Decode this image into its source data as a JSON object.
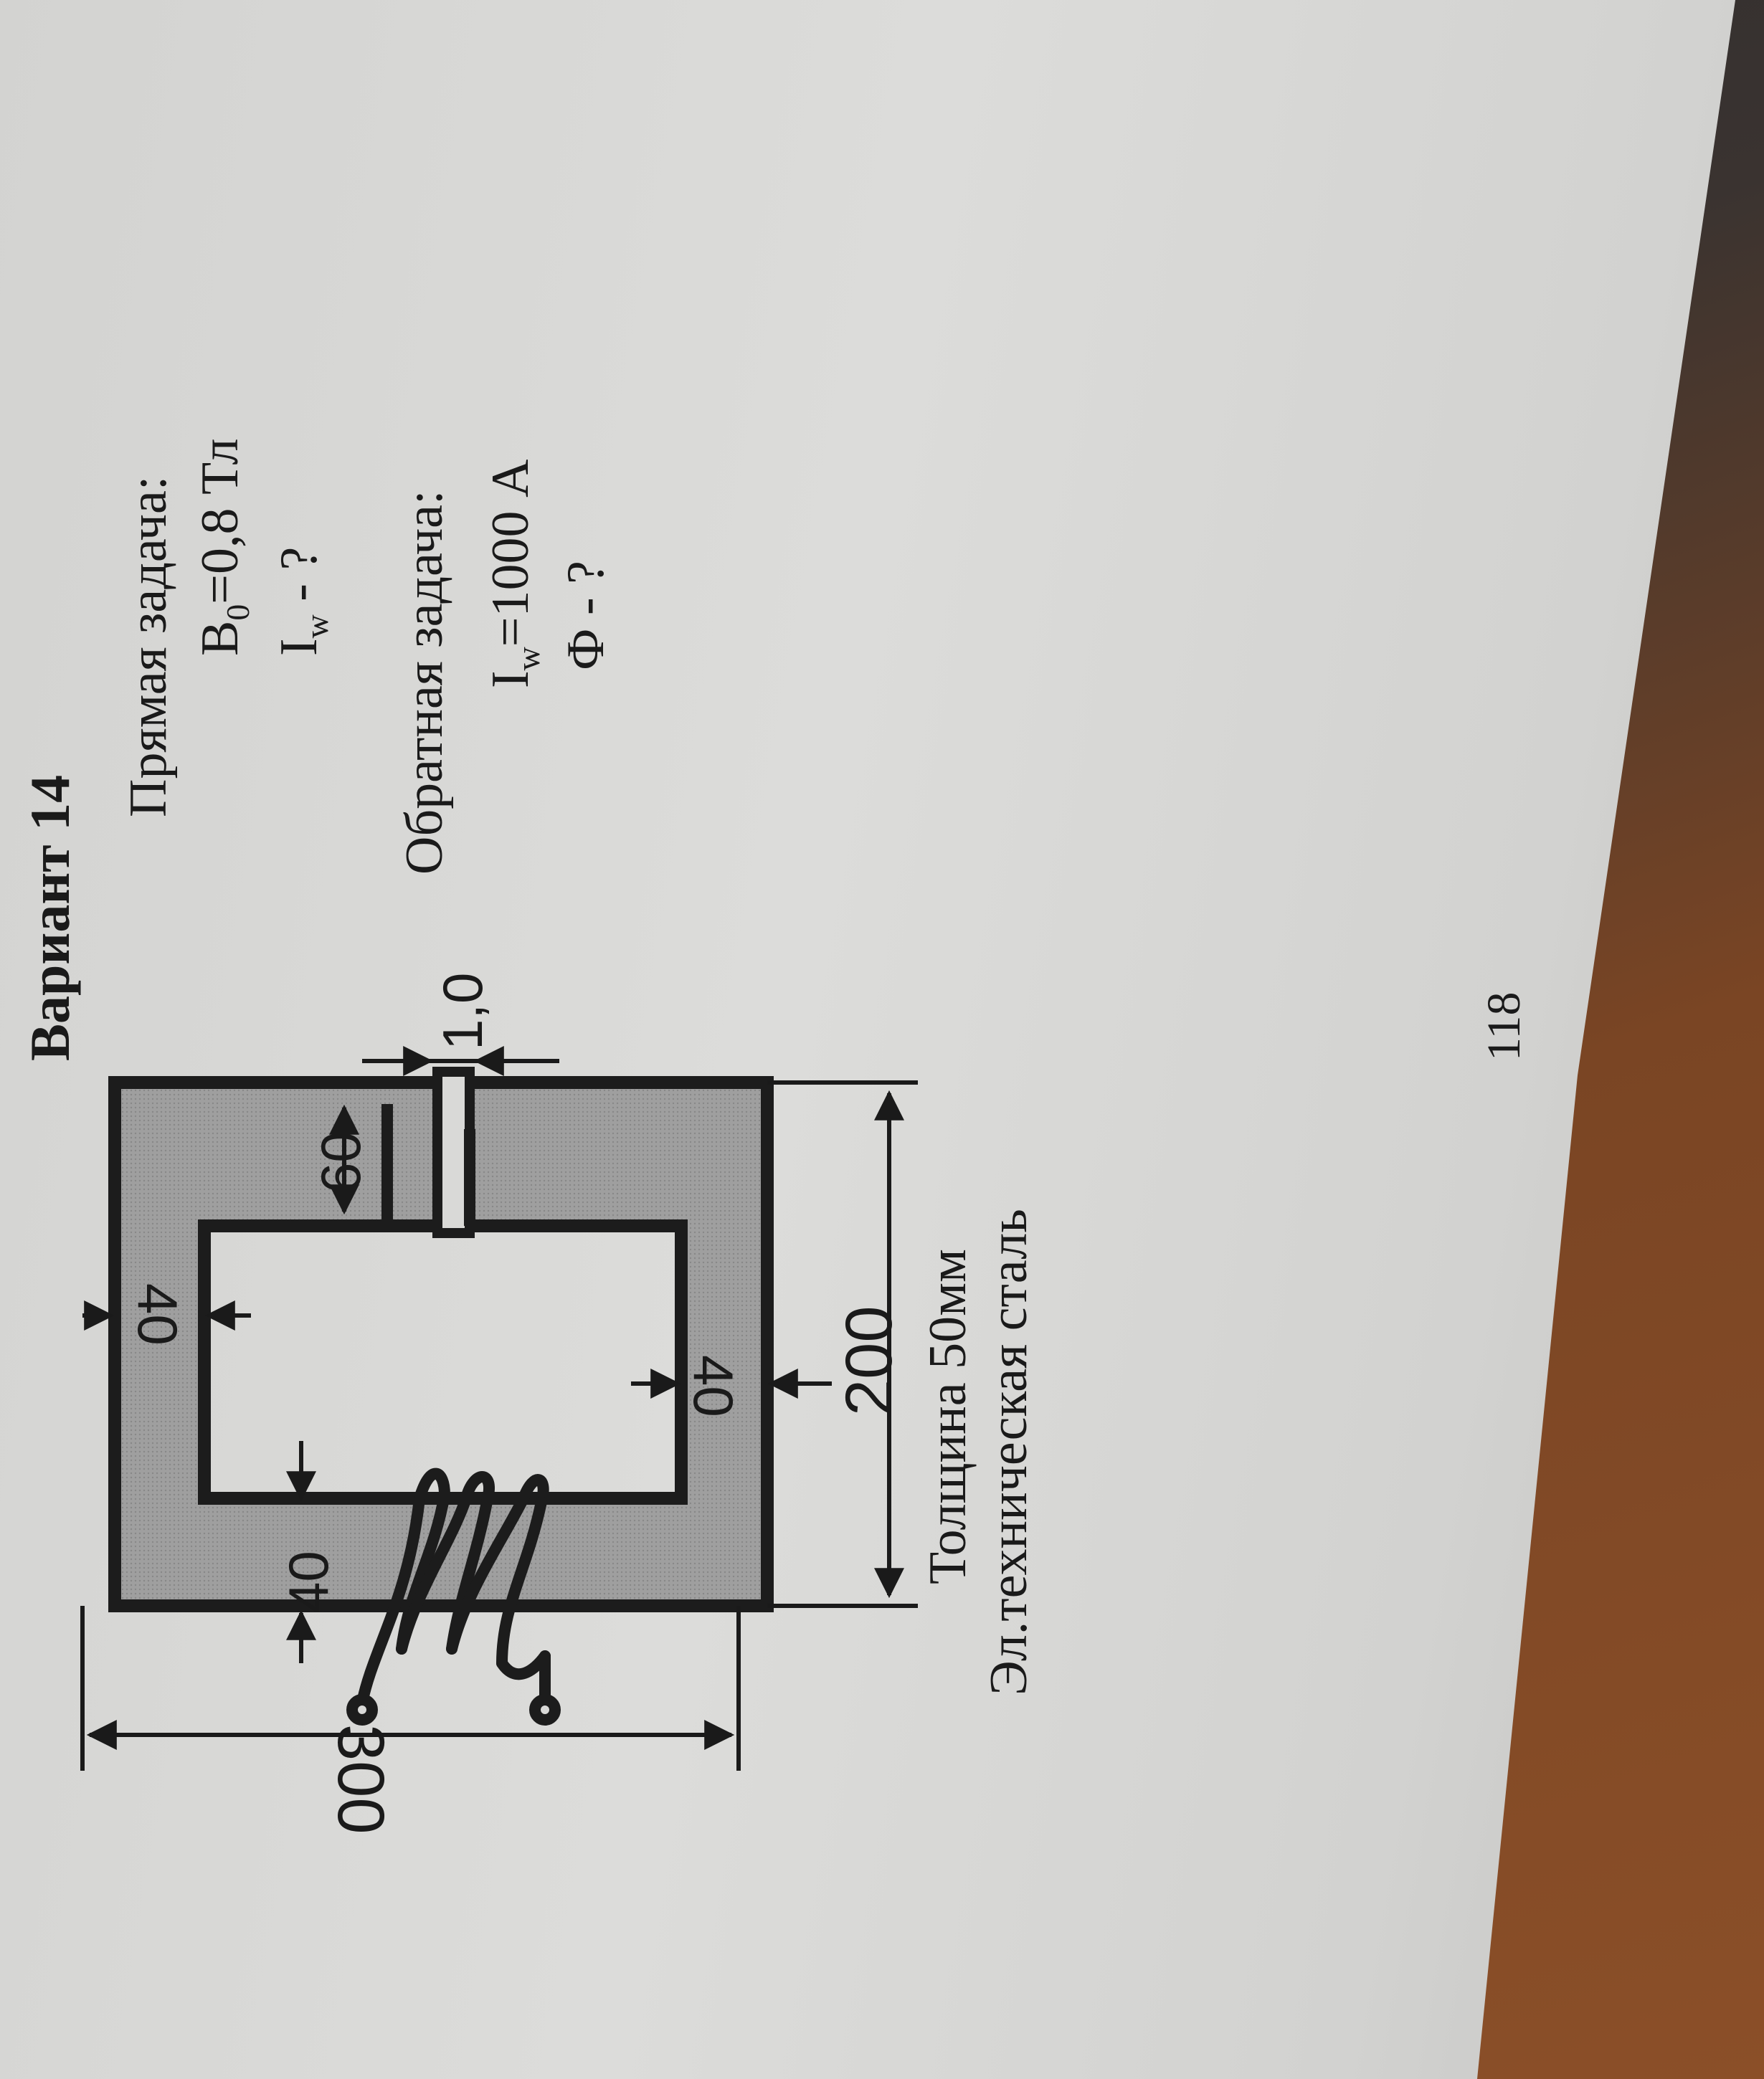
{
  "variant_title": "Вариант 14",
  "direct_task": {
    "heading": "Прямая задача:",
    "given": {
      "symbol": "B",
      "sub": "0",
      "value": "=0,8 Тл"
    },
    "find": {
      "symbol": "I",
      "sub": "w",
      "value": " - ?"
    }
  },
  "inverse_task": {
    "heading": "Обратная задача:",
    "given": {
      "symbol": "I",
      "sub": "w",
      "value": "=1000 А"
    },
    "find": {
      "text": "Ф - ?"
    }
  },
  "figure": {
    "dimensions": {
      "outer_width": "300",
      "outer_height": "200",
      "top_yoke": "40",
      "left_leg": "40",
      "bottom_yoke": "40",
      "right_leg_section": "60",
      "air_gap": "1,0"
    },
    "notes": {
      "thickness": "Толщина 50мм",
      "material": "Эл.техническая сталь"
    }
  },
  "page_number": "118",
  "colors": {
    "core_fill": "#9d9d9d",
    "core_edge": "#1c1c1c",
    "page": "#d8d8d6"
  }
}
